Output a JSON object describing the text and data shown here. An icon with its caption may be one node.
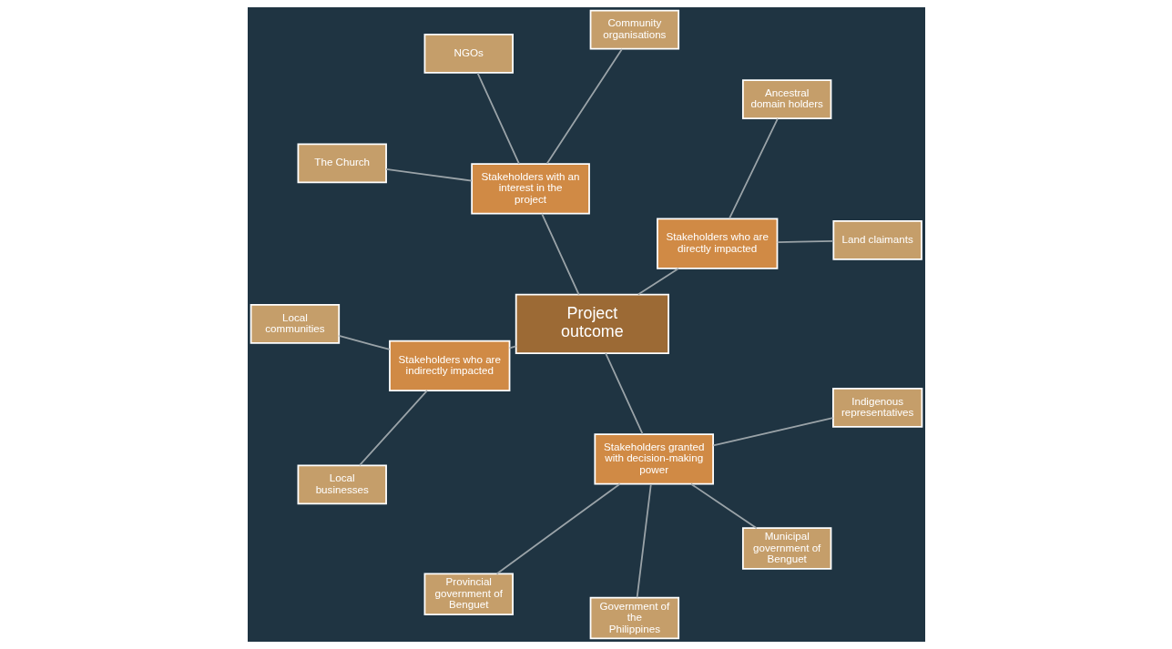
{
  "diagram": {
    "nodes": [
      {
        "text": [
          "Project outcome"
        ]
      },
      {
        "text": [
          "Stakeholders who are directly impacted"
        ]
      },
      {
        "text": [
          "Land claimants"
        ]
      },
      {
        "text": [
          "Ancestral domain holders"
        ]
      },
      {
        "text": [
          "Stakeholders with an interest in the project"
        ]
      },
      {
        "text": [
          "Community organisations"
        ]
      },
      {
        "text": [
          "NGOs"
        ]
      },
      {
        "text": [
          "The Church"
        ]
      },
      {
        "text": [
          "Stakeholders who are indirectly impacted"
        ]
      },
      {
        "text": [
          "Local communities"
        ]
      },
      {
        "text": [
          "Local businesses"
        ]
      },
      {
        "text": [
          "Stakeholders granted with decision-making power"
        ]
      },
      {
        "text": [
          "Provincial government of Benguet"
        ]
      },
      {
        "text": [
          "Government of the Philippines"
        ]
      },
      {
        "text": [
          "Municipal government of Benguet"
        ]
      },
      {
        "text": [
          "Indigenous representatives"
        ]
      }
    ],
    "edges": [
      {
        "from": 0,
        "to": 1,
        "arrow": "none"
      },
      {
        "from": 1,
        "to": 2,
        "arrow": "none"
      },
      {
        "from": 1,
        "to": 3,
        "arrow": "none"
      },
      {
        "from": 0,
        "to": 4,
        "arrow": "none"
      },
      {
        "from": 4,
        "to": 5,
        "arrow": "none"
      },
      {
        "from": 4,
        "to": 6,
        "arrow": "none"
      },
      {
        "from": 4,
        "to": 7,
        "arrow": "none"
      },
      {
        "from": 0,
        "to": 8,
        "arrow": "none"
      },
      {
        "from": 8,
        "to": 9,
        "arrow": "none"
      },
      {
        "from": 8,
        "to": 10,
        "arrow": "none"
      },
      {
        "from": 0,
        "to": 11,
        "arrow": "none"
      },
      {
        "from": 11,
        "to": 12,
        "arrow": "none"
      },
      {
        "from": 11,
        "to": 13,
        "arrow": "none"
      },
      {
        "from": 11,
        "to": 14,
        "arrow": "none"
      },
      {
        "from": 11,
        "to": 15,
        "arrow": "none"
      }
    ]
  }
}
